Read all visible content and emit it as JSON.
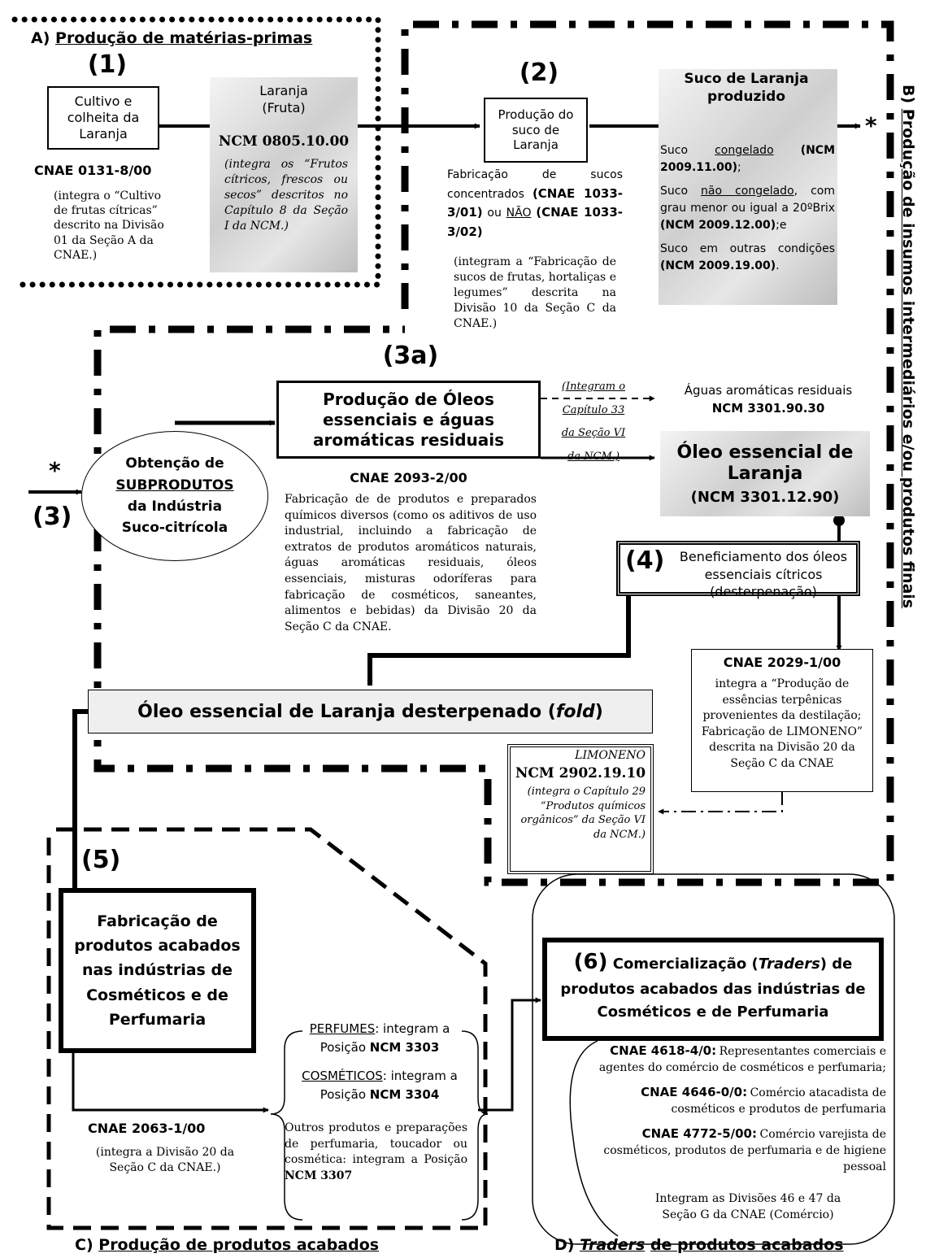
{
  "sections": {
    "a_letter": "A)",
    "a_title": "Produção de matérias-primas",
    "b_letter": "B)",
    "b_title": "Produção de insumos intermediários e/ou produtos finais",
    "c_letter": "C)",
    "c_title": "Produção de produtos acabados",
    "d_letter": "D)",
    "d_title_traders": "Traders",
    "d_title_rest": "de produtos acabados"
  },
  "step1": {
    "number": "(1)",
    "box_label": "Cultivo e colheita da Laranja",
    "cnae_code": "CNAE 0131-8/00",
    "cnae_desc": "(integra o “Cultivo de frutas cítricas” descrito na Divisão 01 da Seção A da CNAE.)"
  },
  "laranja": {
    "label_line1": "Laranja",
    "label_line2": "(Fruta)",
    "ncm": "NCM 0805.10.00",
    "desc": "(integra os “Frutos cítricos, frescos ou secos” descritos no Capítulo 8 da Seção I da NCM.)"
  },
  "step2": {
    "number": "(2)",
    "box_label": "Produção do suco de Laranja",
    "text_pre": "Fabricação de sucos concentrados",
    "cnae1": "(CNAE 1033-3/01)",
    "ou": "ou",
    "nao": "NÃO",
    "cnae2": "(CNAE 1033-3/02)",
    "desc": "(integram a “Fabricação de sucos de frutas, hortaliças e legumes” descrita na Divisão 10 da Seção C da CNAE.)"
  },
  "suco": {
    "title": "Suco de Laranja produzido",
    "l1_pre": "Suco",
    "l1_u": "congelado",
    "l1_ncm": "(NCM 2009.11.00)",
    "l1_post": ";",
    "l2_pre": "Suco",
    "l2_u": "não congelado",
    "l2_post": ", com grau menor ou igual a 20ºBrix",
    "l2_ncm": "(NCM 2009.12.00)",
    "l2_end": ";e",
    "l3_pre": "Suco em outras condições",
    "l3_ncm": "(NCM 2009.19.00)",
    "l3_end": "."
  },
  "step3": {
    "number": "(3)",
    "asterisk": "*",
    "oval_line1": "Obtenção de",
    "oval_line2": "SUBPRODUTOS",
    "oval_line3": "da Indústria",
    "oval_line4": "Suco-citrícola"
  },
  "step3a": {
    "number": "(3a)",
    "box_label": "Produção de Óleos essenciais e águas aromáticas residuais",
    "cnae_code": "CNAE 2093-2/00",
    "cnae_desc": "Fabricação de de produtos e preparados químicos diversos (como os aditivos de uso industrial, incluindo a fabricação de extratos de produtos aromáticos naturais, águas aromáticas residuais, óleos essenciais, misturas odoríferas para fabricação de cosméticos, saneantes, alimentos e bebidas) da Divisão 20 da Seção C da CNAE.",
    "integram_1": "(Integram o",
    "integram_2": "Capítulo 33",
    "integram_3": "da Seção VI",
    "integram_4": "da NCM.)",
    "aguas_label": "Águas aromáticas residuais",
    "aguas_ncm": "NCM 3301.90.30",
    "oleo_line1": "Óleo essencial de",
    "oleo_line2": "Laranja",
    "oleo_ncm": "(NCM 3301.12.90)"
  },
  "step4": {
    "number": "(4)",
    "label": "Beneficiamento dos óleos essenciais cítricos (desterpenação)",
    "cnae_code": "CNAE 2029-1/00",
    "cnae_desc": "integra a “Produção de essências terpênicas provenientes da destilação; Fabricação de LIMONENO” descrita na Divisão 20 da Seção C da CNAE"
  },
  "fold": {
    "text": "Óleo essencial de Laranja desterpenado",
    "paren_open": "(",
    "italic": "fold",
    "paren_close": ")"
  },
  "limoneno": {
    "title": "LIMONENO",
    "ncm": "NCM 2902.19.10",
    "desc": "(integra o Capítulo 29 “Produtos químicos orgânicos” da Seção VI da NCM.)"
  },
  "step5": {
    "number": "(5)",
    "box_label": "Fabricação de produtos acabados nas indústrias de Cosméticos e de Perfumaria",
    "cnae_code": "CNAE 2063-1/00",
    "cnae_desc": "(integra a Divisão 20 da Seção C da CNAE.)",
    "perf_u": "PERFUMES",
    "perf_rest": ": integram a Posição",
    "perf_ncm": "NCM 3303",
    "cosm_u": "COSMÉTICOS",
    "cosm_rest": ": integram a Posição",
    "cosm_ncm": "NCM 3304",
    "outros": "Outros produtos e preparações de perfumaria, toucador ou cosmética: integram a Posição",
    "outros_ncm": "NCM 3307"
  },
  "step6": {
    "number": "(6)",
    "title_pre": "Comercialização (",
    "title_it": "Traders",
    "title_post": ") de produtos acabados das indústrias de Cosméticos e de Perfumaria",
    "c1_code": "CNAE 4618-4/0:",
    "c1_desc": "Representantes comerciais e agentes do comércio de cosméticos e perfumaria;",
    "c2_code": "CNAE 4646-0/0:",
    "c2_desc": "Comércio atacadista de cosméticos e produtos de perfumaria",
    "c3_code": "CNAE 4772-5/00:",
    "c3_desc": "Comércio varejista de cosméticos, produtos de perfumaria e de higiene pessoal",
    "footer": "Integram as Divisões 46 e 47 da Seção G da CNAE (Comércio)"
  }
}
